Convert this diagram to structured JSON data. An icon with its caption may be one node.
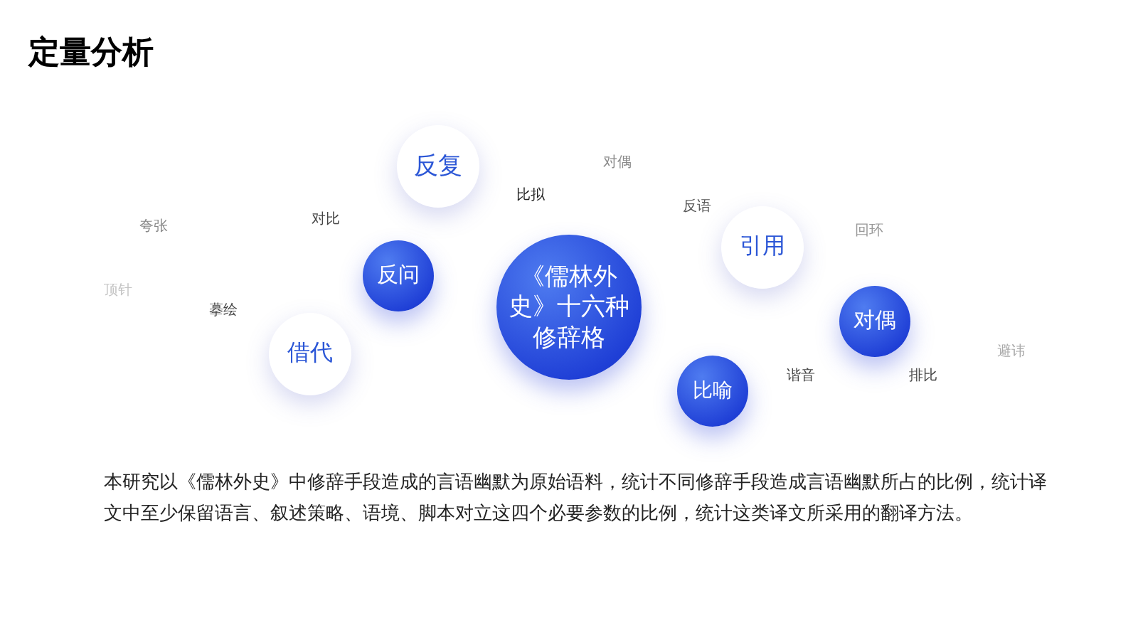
{
  "diagram": {
    "title": "定量分析",
    "nodes": [
      {
        "text": [
          "反复"
        ]
      },
      {
        "text": [
          "反问"
        ]
      },
      {
        "text": [
          "《儒林外史》十六种修辞格"
        ]
      },
      {
        "text": [
          "借代"
        ]
      },
      {
        "text": [
          "引用"
        ]
      },
      {
        "text": [
          "对偶"
        ]
      },
      {
        "text": [
          "比喻"
        ]
      }
    ],
    "labels": [
      "对偶",
      "比拟",
      "反语",
      "对比",
      "夸张",
      "回环",
      "顶针",
      "摹绘",
      "避讳",
      "谐音",
      "排比",
      "本研究以《儒林外史》中修辞手段造成的言语幽默为原始语料，统计不同修辞手段造成言语幽默所占的比例，统计译文中至少保留语言、叙述策略、语境、脚本对立这四个必要参数的比例，统计这类译文所采用的翻译方法。"
    ]
  }
}
